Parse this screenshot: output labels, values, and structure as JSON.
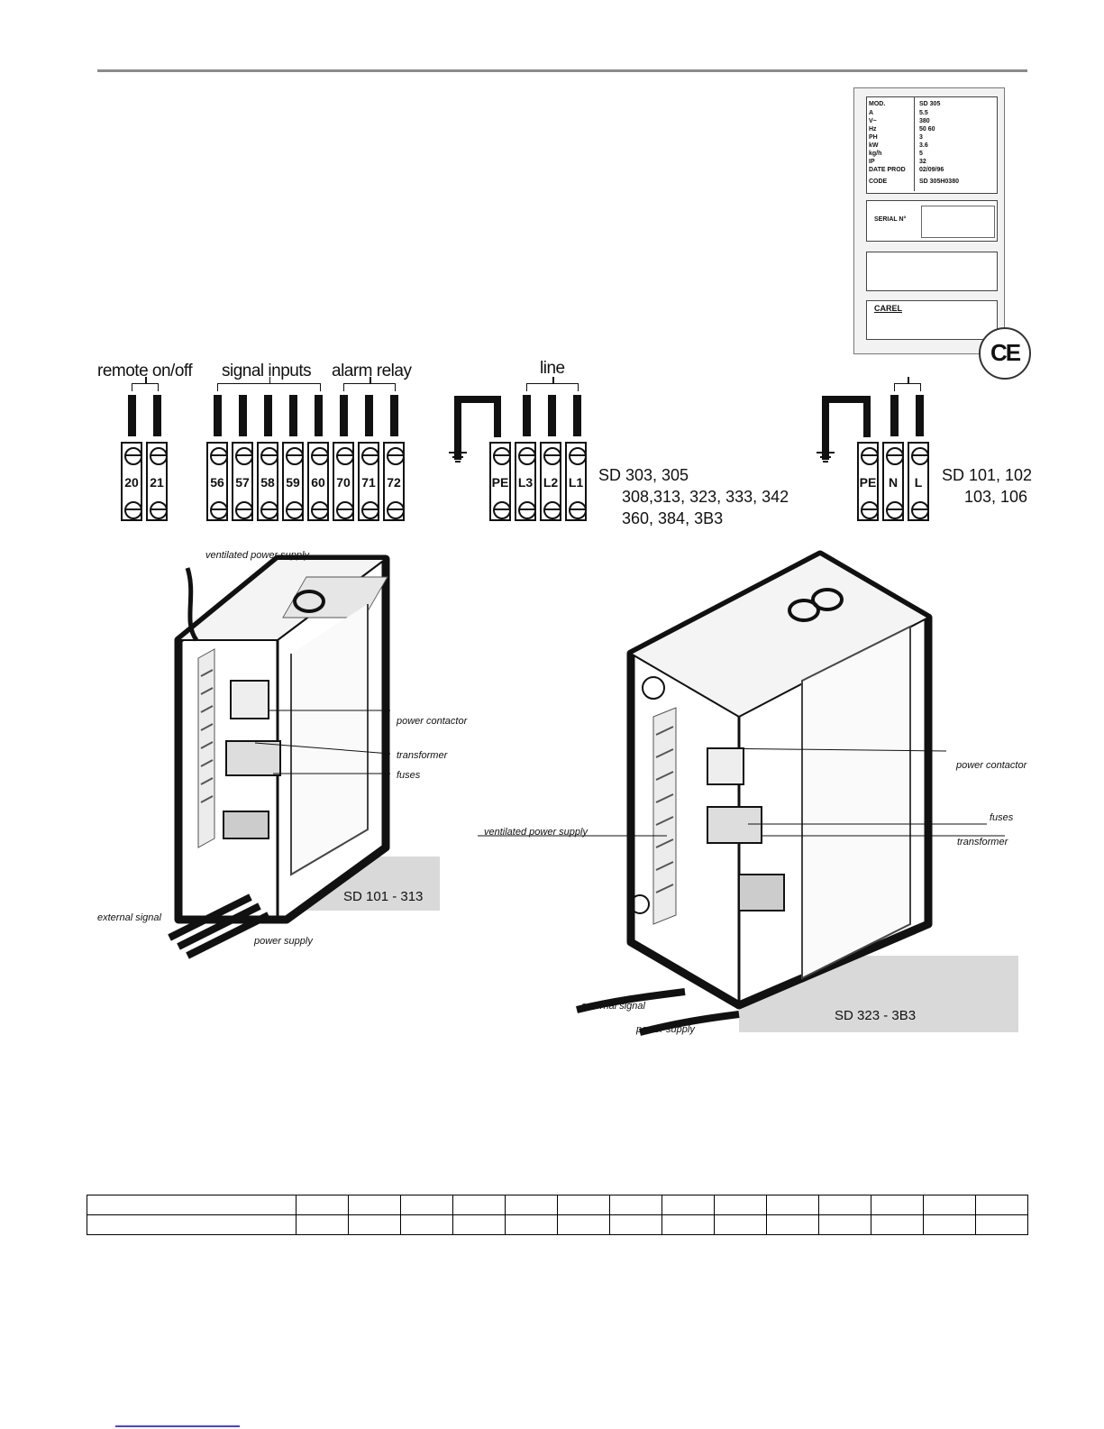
{
  "nameplate": {
    "rows": [
      {
        "label": "MOD.",
        "value": "SD  305"
      },
      {
        "label": "A",
        "value": "5.5"
      },
      {
        "label": "V~",
        "value": "380"
      },
      {
        "label": "Hz",
        "value": "50 60"
      },
      {
        "label": "PH",
        "value": "3"
      },
      {
        "label": "kW",
        "value": "3.6"
      },
      {
        "label": "kg/h",
        "value": "5"
      },
      {
        "label": "IP",
        "value": "32"
      },
      {
        "label": "DATE PROD",
        "value": "02/09/96"
      },
      {
        "label": "CODE",
        "value": "SD  305H0380"
      }
    ],
    "serial_label": "SERIAL   N°",
    "brand": "CAREL",
    "ce_mark": "CE"
  },
  "terminals": {
    "remote_label": "remote on/off",
    "signal_label": "signal inputs",
    "alarm_label": "alarm relay",
    "line_label": "line",
    "remote": [
      "20",
      "21"
    ],
    "signal": [
      "56",
      "57",
      "58",
      "59",
      "60"
    ],
    "alarm": [
      "70",
      "71",
      "72"
    ],
    "three_phase": [
      "PE",
      "L3",
      "L2",
      "L1"
    ],
    "single_phase": [
      "PE",
      "N",
      "L"
    ],
    "three_phase_models": [
      "SD 303, 305",
      "308,313, 323, 333, 342",
      "360, 384, 3B3"
    ],
    "single_phase_models": [
      "SD 101, 102",
      "103, 106"
    ]
  },
  "small_unit": {
    "tag": "SD 101 - 313",
    "labels": {
      "ventilated": "ventilated power supply",
      "contactor": "power contactor",
      "transformer": "transformer",
      "fuses": "fuses",
      "external": "external signal",
      "power": "power supply"
    }
  },
  "large_unit": {
    "tag": "SD 323 - 3B3",
    "labels": {
      "contactor": "power contactor",
      "ventilated": "ventilated power supply",
      "fuses": "fuses",
      "transformer": "transformer",
      "external": "external signal",
      "power": "power supply"
    }
  },
  "table": {
    "rows": 2,
    "columns": 15
  }
}
